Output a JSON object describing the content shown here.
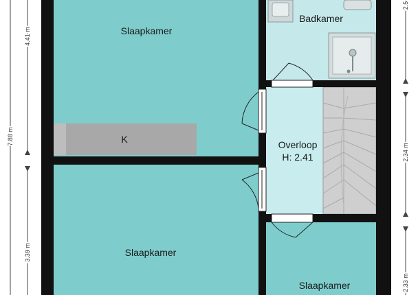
{
  "rooms": {
    "bedroom_top": "Slaapkamer",
    "bathroom": "Badkamer",
    "closet": "K",
    "landing_name": "Overloop",
    "landing_height": "H: 2.41",
    "bedroom_bottom_left": "Slaapkamer",
    "bedroom_bottom_right": "Slaapkamer"
  },
  "dimensions": {
    "left_outer": "7.88 m",
    "left_top": "4.41 m",
    "left_bottom": "3.39 m",
    "right_top": "2.5",
    "right_middle": "2.34 m",
    "right_bottom": "2.33 m"
  },
  "colors": {
    "room_teal": "#7ecdcc",
    "bath_light": "#c5e8ea",
    "landing_light": "#c9ecee",
    "closet_gray": "#a8a8a8",
    "stairs_gray": "#cfcfcf",
    "wall": "#111111"
  }
}
